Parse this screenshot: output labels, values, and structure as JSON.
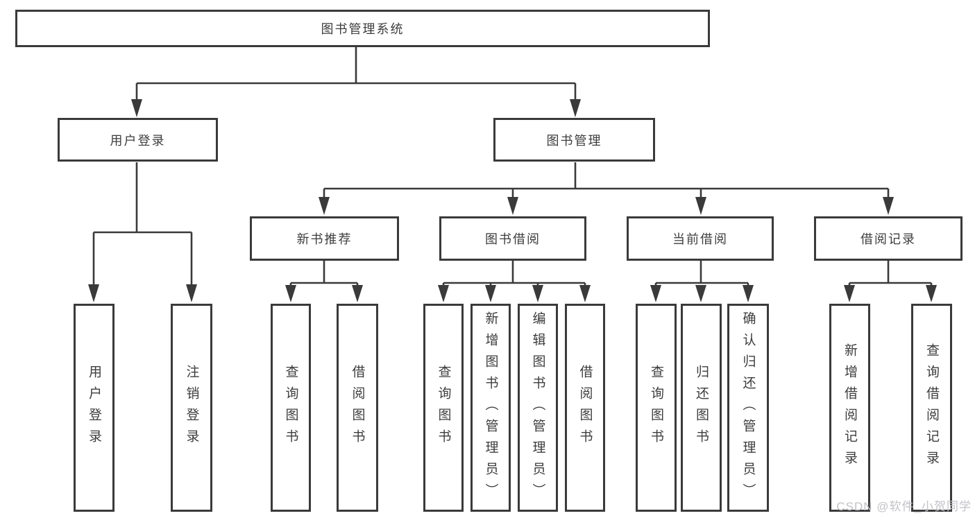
{
  "colors": {
    "line": "#3a3a3a",
    "text": "#3d3d3d",
    "box_bg": "#ffffff",
    "watermark": "#c3c3c8",
    "background": "#ffffff"
  },
  "nodes": {
    "root": "图书管理系统",
    "user_login": "用户登录",
    "book_management": "图书管理",
    "new_book_recommend": "新书推荐",
    "book_borrow": "图书借阅",
    "current_borrow": "当前借阅",
    "borrow_records": "借阅记录",
    "g1": [
      "用户登录",
      "注销登录"
    ],
    "g2": [
      "查询图书",
      "借阅图书"
    ],
    "g3": [
      "查询图书",
      "新增图书（管理员）",
      "编辑图书（管理员）",
      "借阅图书"
    ],
    "g4": [
      "查询图书",
      "归还图书",
      "确认归还（管理员）"
    ],
    "g5": [
      "新增借阅记录",
      "查询借阅记录"
    ]
  },
  "watermark": "CSDN @软件_小贺同学"
}
